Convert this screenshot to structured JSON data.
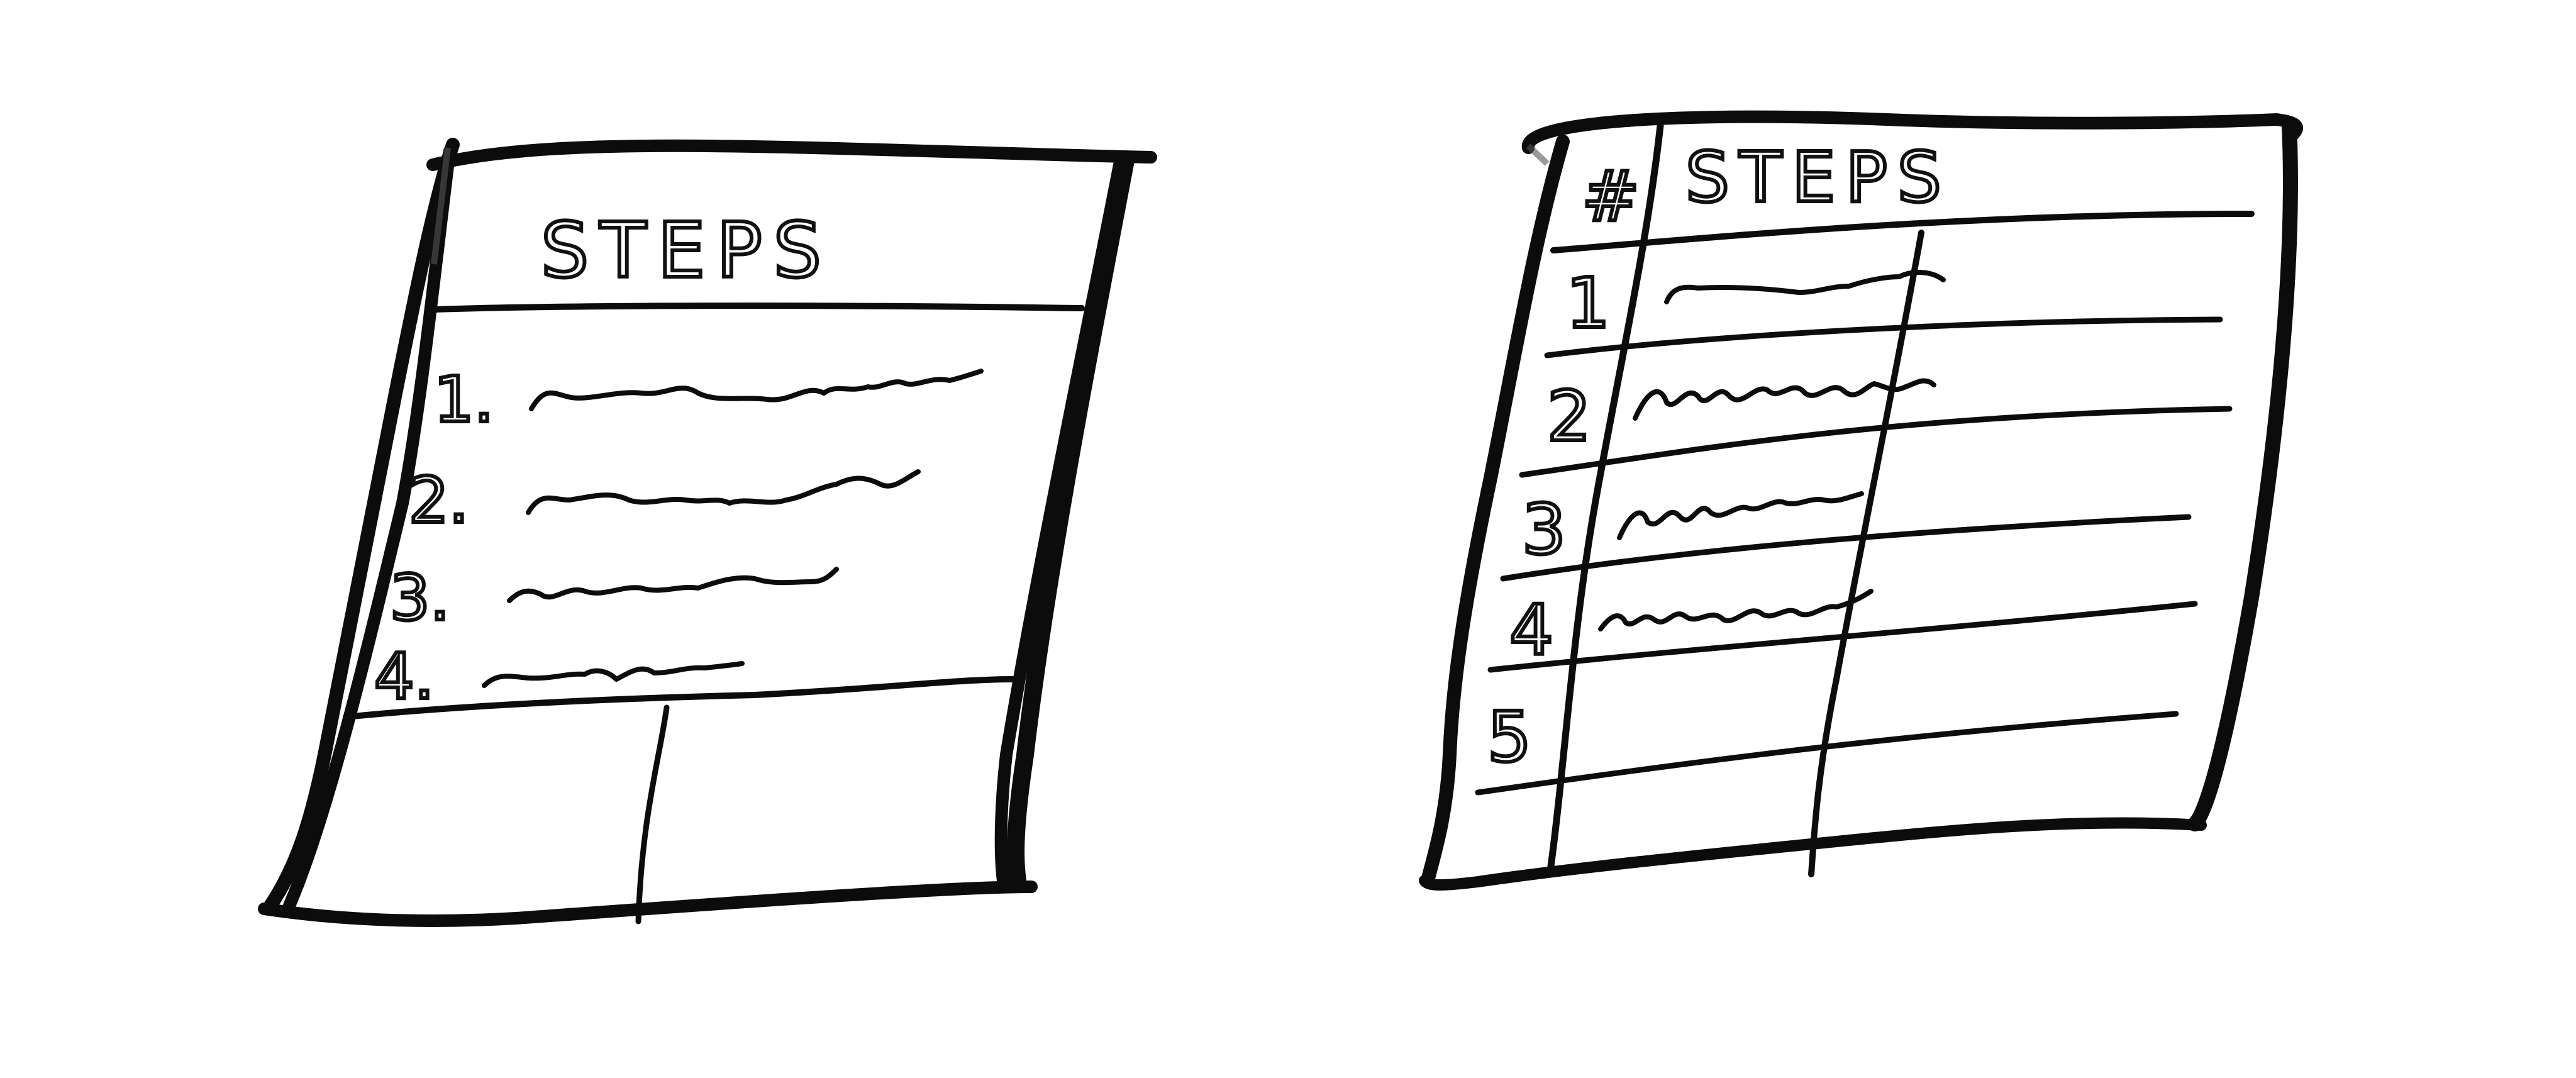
{
  "sketches": [
    {
      "name": "steps-list-sketch",
      "header": "STEPS",
      "rows": [
        "1.",
        "2.",
        "3.",
        "4."
      ]
    },
    {
      "name": "steps-table-sketch",
      "headers": [
        "#",
        "STEPS"
      ],
      "rows": [
        "1",
        "2",
        "3",
        "4",
        "5"
      ]
    }
  ],
  "colors": {
    "ink": "#0c0c0c",
    "paper": "#ffffff"
  }
}
